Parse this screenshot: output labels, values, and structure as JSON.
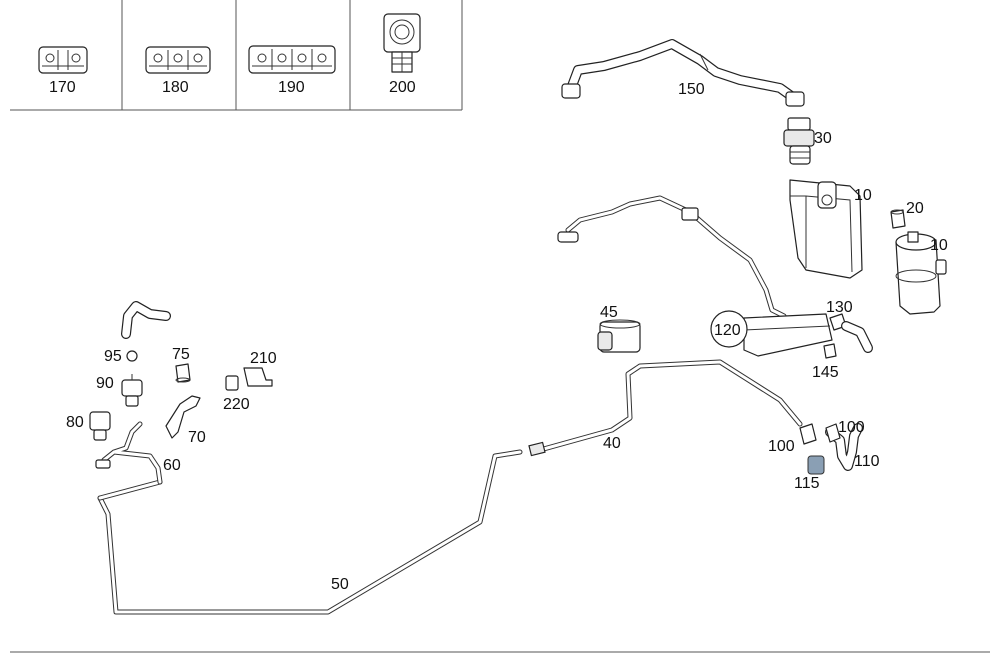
{
  "inset_labels": [
    "170",
    "180",
    "190",
    "200"
  ],
  "labels": {
    "p150": "150",
    "p30": "30",
    "p10a": "10",
    "p20": "20",
    "p10b": "10",
    "p45": "45",
    "p130": "130",
    "p120": "120",
    "p145": "145",
    "p95": "95",
    "p75": "75",
    "p210": "210",
    "p90": "90",
    "p220": "220",
    "p80": "80",
    "p70": "70",
    "p60": "60",
    "p40": "40",
    "p100a": "100",
    "p100b": "100",
    "p110": "110",
    "p115": "115",
    "p50": "50"
  }
}
